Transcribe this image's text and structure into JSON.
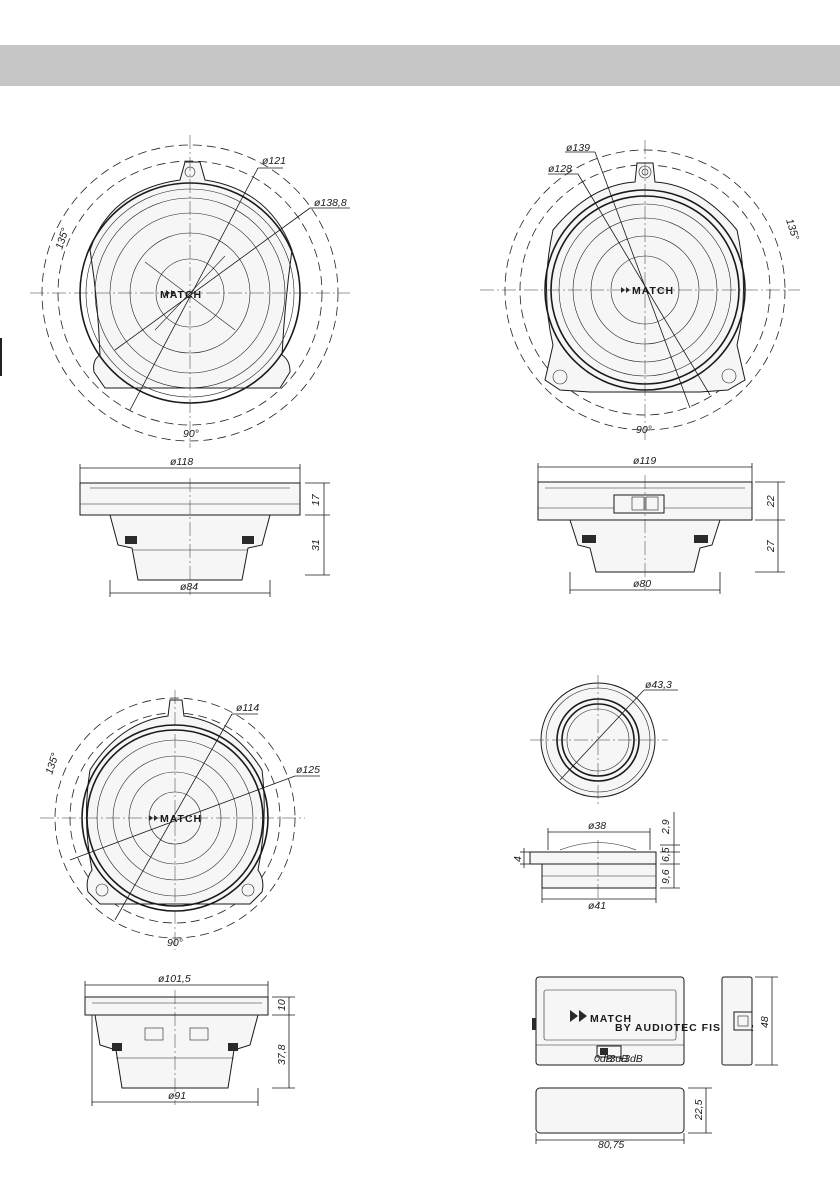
{
  "header": {
    "color": "#c6c6c6"
  },
  "brand": {
    "logo_text": "MATCH",
    "sub_text": "BY AUDIOTEC FISCHER",
    "switch_labels": [
      "0dB",
      "-3dB",
      "+3dB"
    ]
  },
  "views": {
    "woofer_121": {
      "dia_inner": "ø121",
      "dia_outer": "ø138,8",
      "angle_a": "135°",
      "angle_b": "90°",
      "side_width": "ø118",
      "side_base": "ø84",
      "height_top": "17",
      "height_bottom": "31"
    },
    "woofer_139": {
      "dia_outer": "ø139",
      "dia_inner": "ø128",
      "angle_a": "135°",
      "angle_b": "90°",
      "side_width": "ø119",
      "side_base": "ø80",
      "height_top": "22",
      "height_bottom": "27"
    },
    "woofer_114": {
      "dia_inner": "ø114",
      "dia_outer": "ø125",
      "angle_a": "135°",
      "angle_b": "90°",
      "side_width": "ø101,5",
      "side_base": "ø91",
      "height_top": "10",
      "height_bottom": "37,8"
    },
    "tweeter": {
      "dia_front": "ø43,3",
      "side_top": "ø38",
      "side_base": "ø41",
      "h1": "2,9",
      "h2": "6,5",
      "h3": "9,6",
      "flange": "4"
    },
    "crossover": {
      "height": "48",
      "depth": "22,5",
      "length": "80,75"
    }
  }
}
